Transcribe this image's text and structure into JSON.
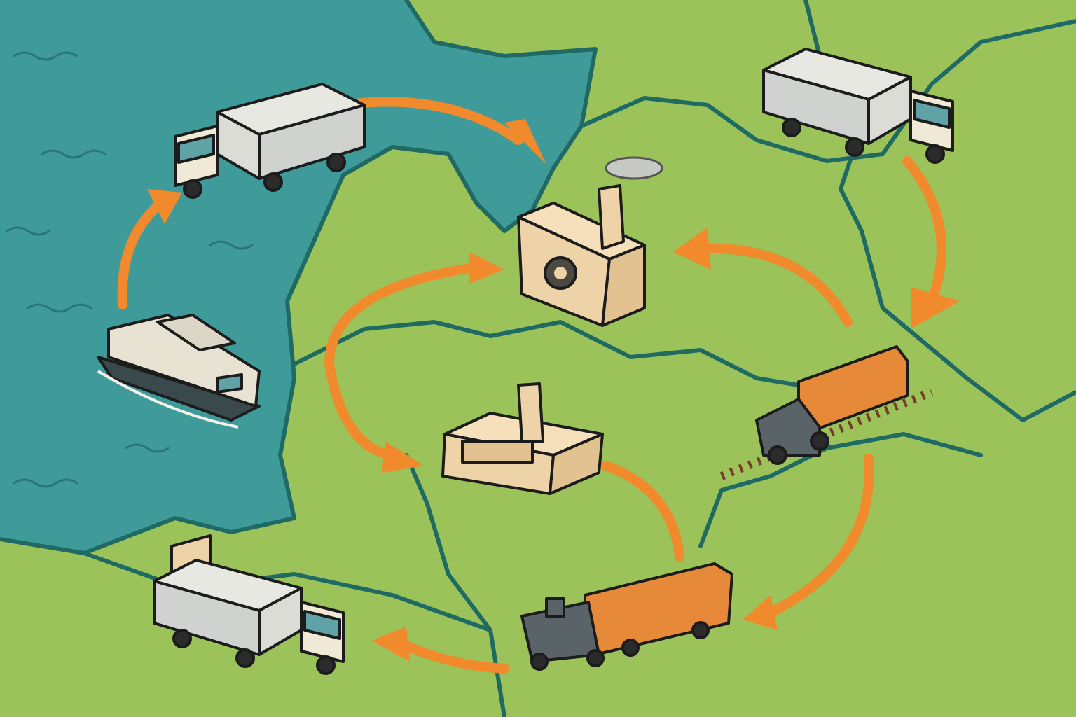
{
  "colors": {
    "water": "#3f9a9a",
    "land": "#9cc25a",
    "border": "#1f6b63",
    "arrow": "#f08a2c",
    "cargo_box": "#d6d8d4",
    "cab": "#efe9d6",
    "factory": "#efd3a8",
    "train_car": "#e68a3a",
    "locomotive": "#5a6468"
  },
  "nodes": [
    {
      "id": "truck-top-left",
      "icon": "truck-icon"
    },
    {
      "id": "truck-top-right",
      "icon": "truck-icon"
    },
    {
      "id": "ship",
      "icon": "ship-icon"
    },
    {
      "id": "factory-main",
      "icon": "factory-gear-icon"
    },
    {
      "id": "warehouse",
      "icon": "warehouse-icon"
    },
    {
      "id": "train-right",
      "icon": "train-icon"
    },
    {
      "id": "train-bottom",
      "icon": "train-icon"
    },
    {
      "id": "truck-bottom-left",
      "icon": "truck-icon"
    }
  ]
}
